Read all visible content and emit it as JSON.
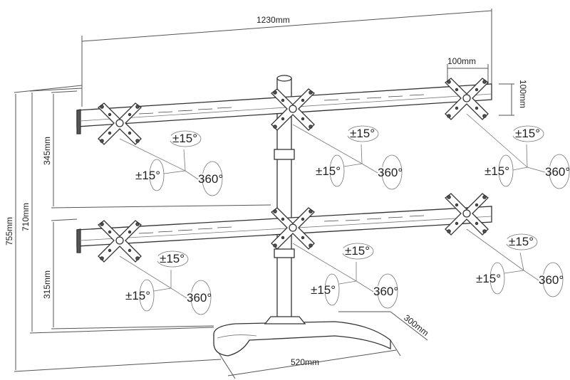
{
  "dimensions": {
    "width_total": "1230mm",
    "vesa_horizontal": "100mm",
    "vesa_vertical": "100mm",
    "height_total": "755mm",
    "height_pole": "710mm",
    "upper_gap": "345mm",
    "lower_gap": "315mm",
    "base_width": "520mm",
    "base_depth": "300mm"
  },
  "adjustments": {
    "tilt": "±15°",
    "swivel": "±15°",
    "rotation": "360°"
  },
  "colors": {
    "line": "#333333",
    "fill": "#ffffff",
    "shade": "#555555"
  }
}
